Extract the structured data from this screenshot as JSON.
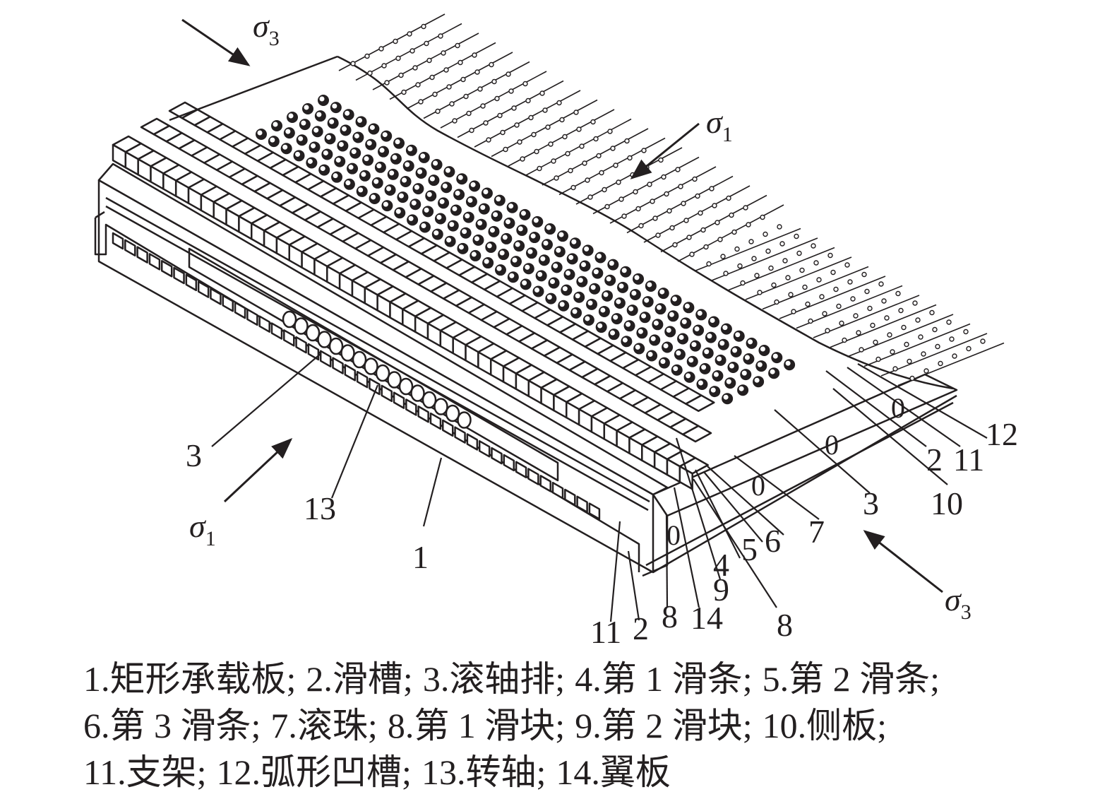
{
  "figure": {
    "stress_labels": {
      "sigma3_top": {
        "symbol": "σ",
        "sub": "3"
      },
      "sigma1_top": {
        "symbol": "σ",
        "sub": "1"
      },
      "sigma1_left": {
        "symbol": "σ",
        "sub": "1"
      },
      "sigma3_bottom": {
        "symbol": "σ",
        "sub": "3"
      }
    },
    "callouts": [
      {
        "id": "c3-left",
        "text": "3"
      },
      {
        "id": "c13",
        "text": "13"
      },
      {
        "id": "c1",
        "text": "1"
      },
      {
        "id": "c11-left",
        "text": "11"
      },
      {
        "id": "c2-left",
        "text": "2"
      },
      {
        "id": "c8-a",
        "text": "8"
      },
      {
        "id": "c14",
        "text": "14"
      },
      {
        "id": "c9",
        "text": "9"
      },
      {
        "id": "c4",
        "text": "4"
      },
      {
        "id": "c8-b",
        "text": "8"
      },
      {
        "id": "c5",
        "text": "5"
      },
      {
        "id": "c6",
        "text": "6"
      },
      {
        "id": "c7",
        "text": "7"
      },
      {
        "id": "c3-right",
        "text": "3"
      },
      {
        "id": "c10",
        "text": "10"
      },
      {
        "id": "c2-right",
        "text": "2"
      },
      {
        "id": "c11-right",
        "text": "11"
      },
      {
        "id": "c12",
        "text": "12"
      }
    ],
    "side_marks": [
      "0",
      "0",
      "0",
      "0"
    ]
  },
  "caption": {
    "lines": [
      [
        "1.矩形承载板;",
        "2.滑槽;",
        "3.滚轴排;",
        "4.第 1 滑条;",
        "5.第 2 滑条;"
      ],
      [
        "6.第 3 滑条;",
        "7.滚珠;",
        "8.第 1 滑块;",
        "9.第 2 滑块;",
        "10.侧板;"
      ],
      [
        "11.支架;",
        "12.弧形凹槽;",
        "13.转轴;",
        "14.翼板"
      ]
    ]
  }
}
